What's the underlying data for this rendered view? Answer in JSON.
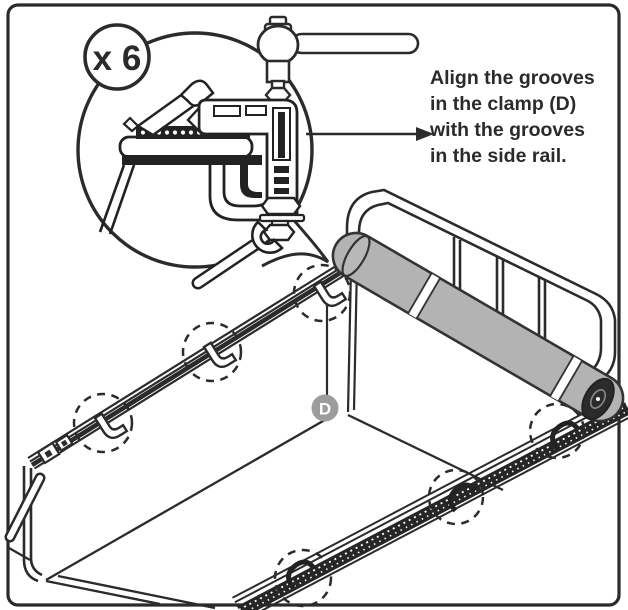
{
  "figure": {
    "callout": {
      "count_label": "x 6"
    },
    "instruction": {
      "line1": "Align the grooves",
      "line2": "in the clamp (D)",
      "line3": "with the grooves",
      "line4": "in the side rail."
    },
    "part_label": "D",
    "colors": {
      "ink": "#2b2b2b",
      "cover_gray": "#b3b3b3",
      "badge_gray": "#9c9c9c",
      "cap_dark": "#2b2b2b"
    }
  }
}
